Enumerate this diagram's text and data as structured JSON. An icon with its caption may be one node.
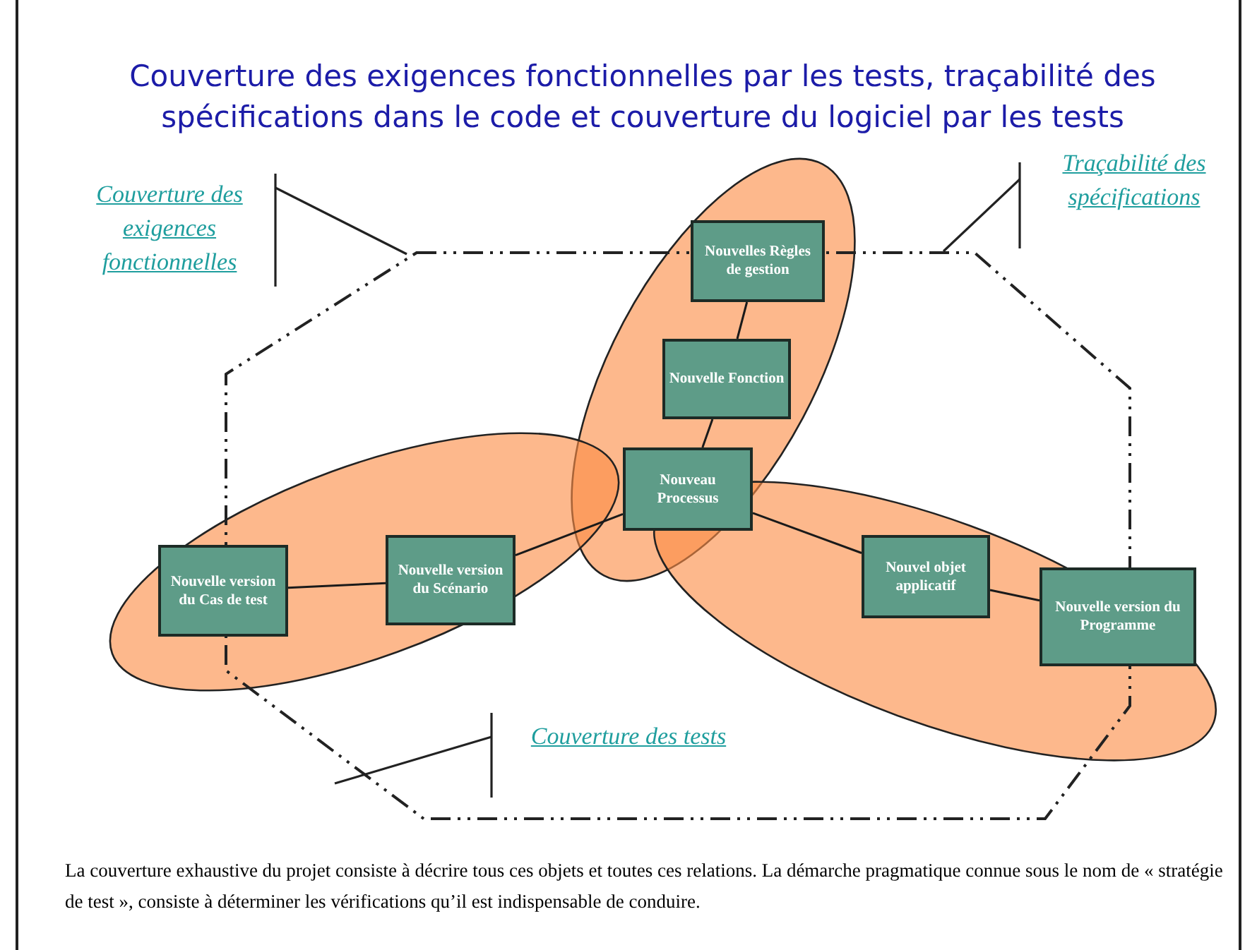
{
  "diagram": {
    "title": "Couverture des exigences fonctionnelles par les tests, traçabilité des spécifications dans le code et couverture du logiciel par les tests",
    "nodes": [
      {
        "text": [
          "Nouvelles Règles de gestion"
        ]
      },
      {
        "text": [
          "Nouvelle Fonction"
        ]
      },
      {
        "text": [
          "Nouveau Processus"
        ]
      },
      {
        "text": [
          "Nouvelle version du Cas de test"
        ]
      },
      {
        "text": [
          "Nouvelle version du Scénario"
        ]
      },
      {
        "text": [
          "Nouvel objet applicatif"
        ]
      },
      {
        "text": [
          "Nouvelle version du Programme"
        ]
      }
    ],
    "edges": [
      {
        "from": 3,
        "to": 4,
        "arrow": "none"
      },
      {
        "from": 4,
        "to": 2,
        "arrow": "none"
      },
      {
        "from": 2,
        "to": 1,
        "arrow": "none"
      },
      {
        "from": 1,
        "to": 0,
        "arrow": "none"
      },
      {
        "from": 2,
        "to": 5,
        "arrow": "none"
      },
      {
        "from": 5,
        "to": 6,
        "arrow": "none"
      }
    ],
    "labels": [
      "Couverture des exigences fonctionnelles",
      "Traçabilité des spécifications",
      "Couverture des tests",
      "La couverture exhaustive du projet consiste à décrire tous ces objets et toutes ces relations. La démarche pragmatique connue sous le nom de « stratégie de test », consiste à déterminer les vérifications qu’il est indispensable de conduire."
    ]
  }
}
